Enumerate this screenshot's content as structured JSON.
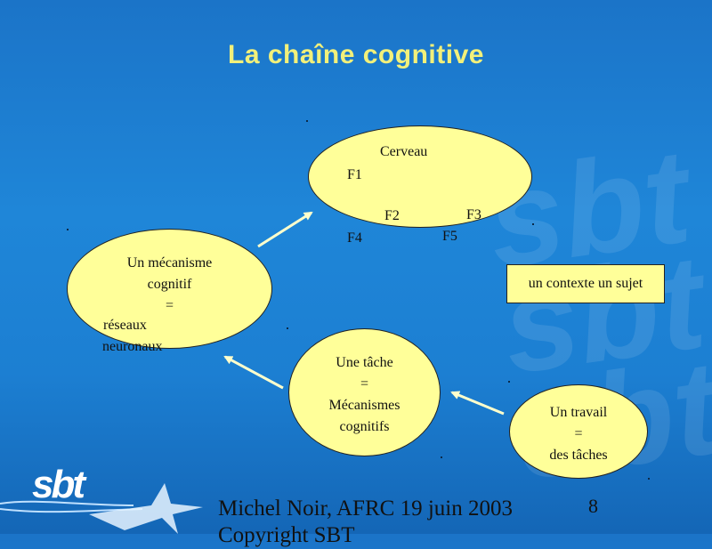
{
  "slide": {
    "title": "La chaîne cognitive",
    "footer_line1": "Michel Noir, AFRC 19 juin 2003",
    "footer_line2": "Copyright SBT",
    "page_number": "8",
    "logo": "sbt"
  },
  "nodes": {
    "cerveau": {
      "label": "Cerveau",
      "f1": "F1",
      "f2": "F2",
      "f3": "F3",
      "f4": "F4",
      "f5": "F5"
    },
    "mecanisme": {
      "line1": "Un mécanisme",
      "line2": "cognitif",
      "line3": "=",
      "line4": "réseaux",
      "line5": "neuronaux"
    },
    "tache": {
      "line1": "Une tâche",
      "line2": "=",
      "line3": "Mécanismes",
      "line4": "cognitifs"
    },
    "travail": {
      "line1": "Un travail",
      "line2": "=",
      "line3": "des tâches"
    },
    "contexte": "un contexte un sujet"
  },
  "colors": {
    "background": "#1f86d8",
    "node_fill": "#ffff99",
    "title": "#f2f07a",
    "arrow": "#ffffcc"
  }
}
